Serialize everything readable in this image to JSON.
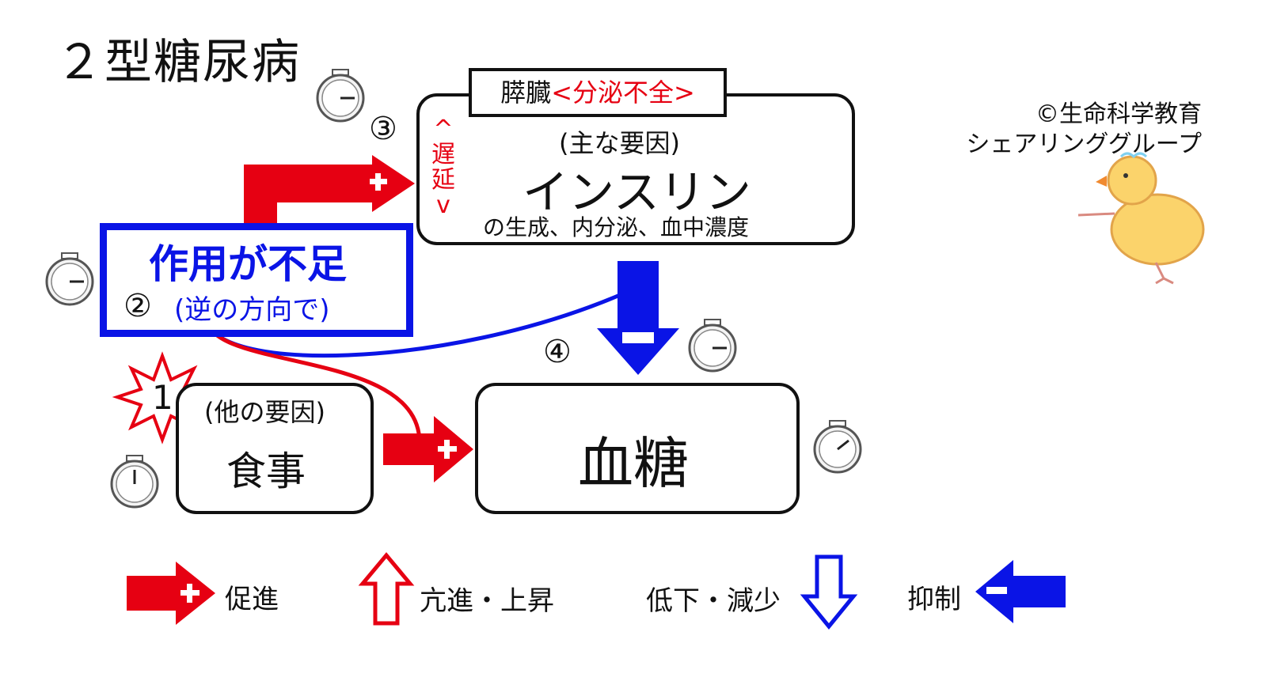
{
  "title": "２型糖尿病",
  "copyright": {
    "line1": "©生命科学教育",
    "line2": "シェアリンググループ"
  },
  "pancreas_box": {
    "header_black": "膵臓",
    "header_red": "<分泌不全>",
    "sub_label": "(主な要因)",
    "main_label": "インスリン",
    "detail": "の生成、内分泌、血中濃度",
    "step": "③",
    "delay_marks": [
      "^",
      "遅",
      "延",
      "v"
    ]
  },
  "action_box": {
    "main_label": "作用が不足",
    "step": "②",
    "note": "(逆の方向で)"
  },
  "food_box": {
    "sub_label": "(他の要因)",
    "main_label": "食事",
    "step": "1"
  },
  "blood_sugar_box": {
    "main_label": "血糖",
    "step": "④"
  },
  "signs": {
    "plus": "+",
    "minus": "−"
  },
  "legend": {
    "promote": "促進",
    "increase": "亢進・上昇",
    "decrease": "低下・減少",
    "suppress": "抑制"
  },
  "colors": {
    "red": "#e60012",
    "blue": "#0a14e6",
    "black": "#111111"
  },
  "icons": [
    "stopwatch-icon",
    "starburst-icon",
    "chick-drawing",
    "hollow-up-arrow-icon",
    "hollow-down-arrow-icon"
  ]
}
